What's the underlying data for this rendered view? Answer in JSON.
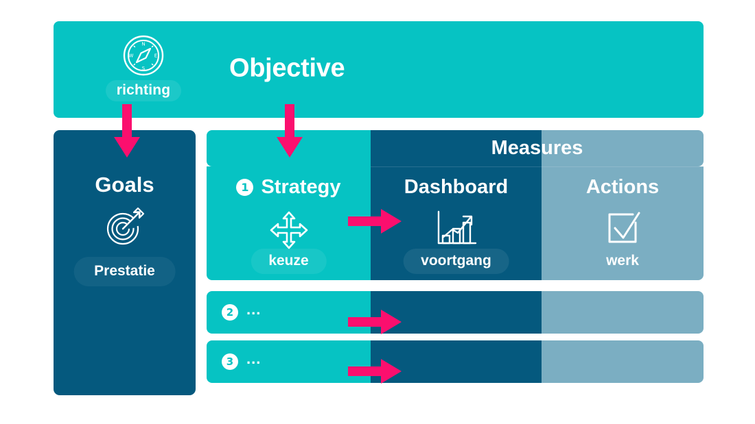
{
  "diagram": {
    "title": "Objective - Goals - Measures framework",
    "colors": {
      "teal": "#06C3C3",
      "dark_blue": "#05597E",
      "light_blue": "#7BAEC2",
      "accent_pink": "#FB0F6E",
      "white": "#FFFFFF"
    }
  },
  "objective": {
    "title": "Objective",
    "sublabel": "richting",
    "icon": "compass-icon"
  },
  "goals": {
    "title": "Goals",
    "sublabel": "Prestatie",
    "icon": "target-arrow-icon"
  },
  "measures": {
    "header": "Measures"
  },
  "columns": {
    "strategy": {
      "title": "Strategy",
      "sublabel": "keuze",
      "icon": "four-way-arrows-icon",
      "badge": "1"
    },
    "dashboard": {
      "title": "Dashboard",
      "sublabel": "voortgang",
      "icon": "growth-chart-icon"
    },
    "actions": {
      "title": "Actions",
      "sublabel": "werk",
      "icon": "checkbox-check-icon"
    }
  },
  "rows": [
    {
      "badge": "2",
      "label": "..."
    },
    {
      "badge": "3",
      "label": "..."
    }
  ]
}
